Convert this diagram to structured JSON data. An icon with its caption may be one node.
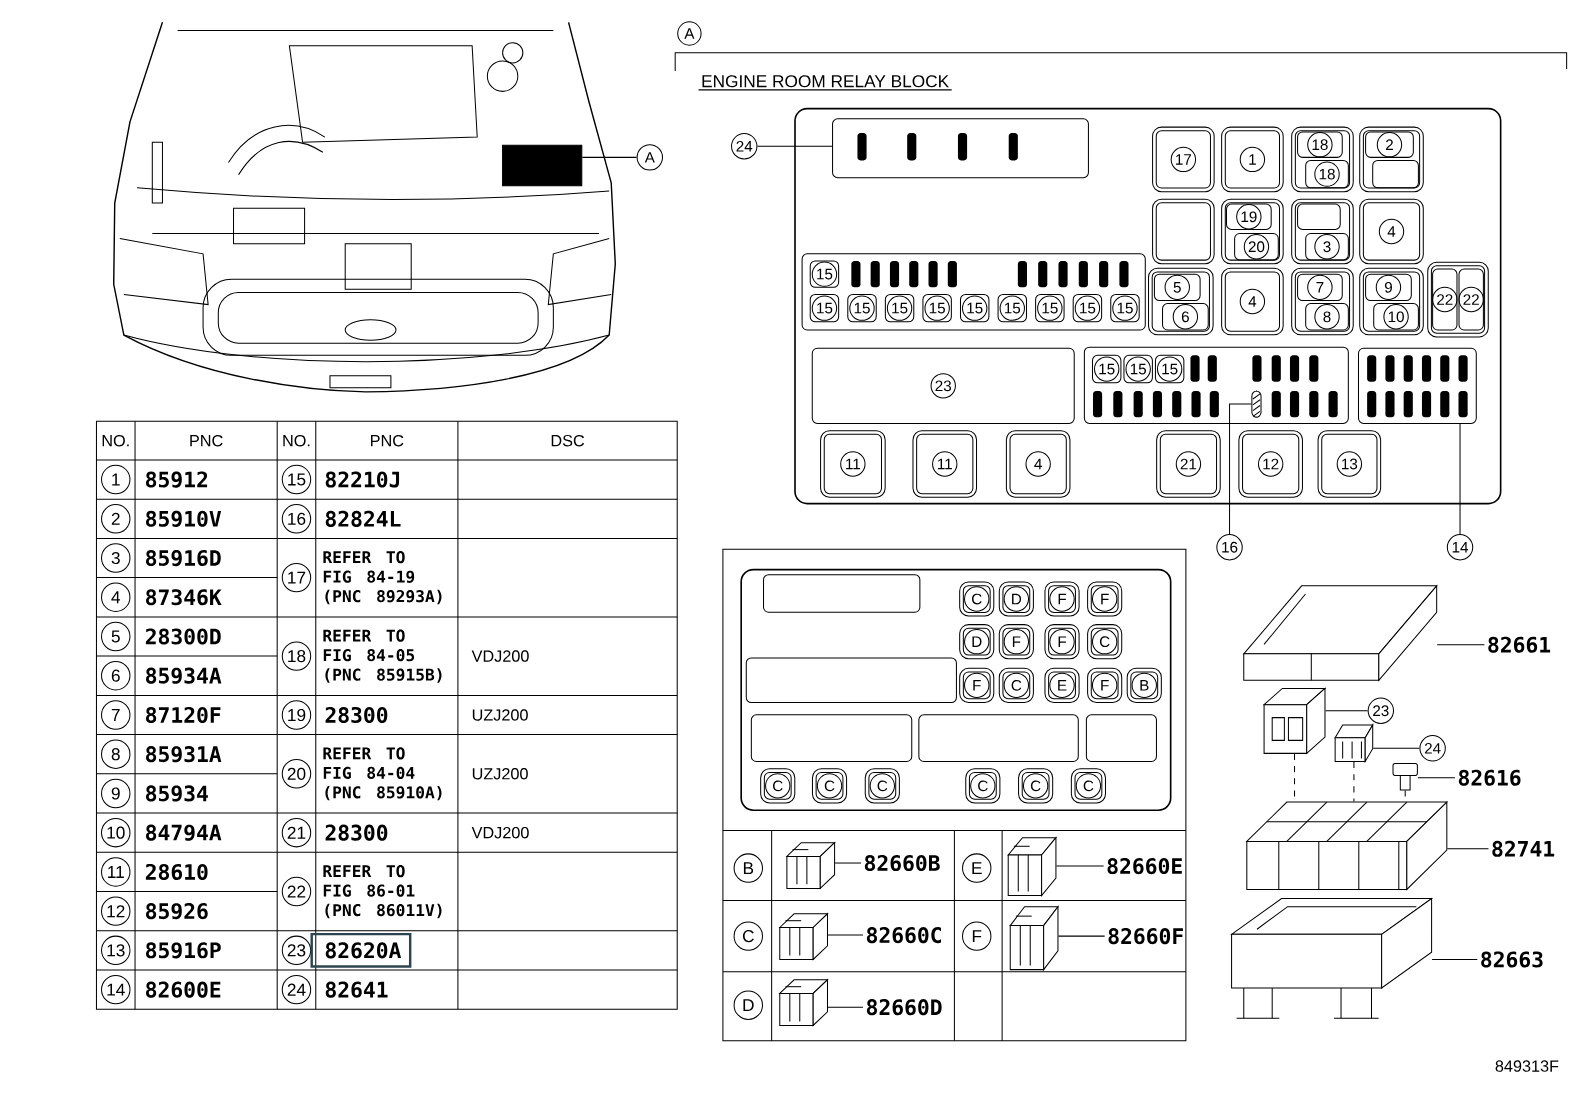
{
  "diagram": {
    "nodes": [
      {
        "text": [
          "A"
        ]
      },
      {
        "text": [],
        "shape": "box"
      },
      {
        "text": [],
        "shape": "box"
      },
      {
        "text": [
          "24"
        ]
      },
      {
        "text": [],
        "shape": "box",
        "in": 2
      },
      {
        "text": [
          "17"
        ],
        "in": 2
      },
      {
        "text": [
          "1"
        ],
        "in": 2
      },
      {
        "text": [],
        "shape": "box",
        "in": 2
      },
      {
        "text": [
          "18"
        ],
        "in": 7
      },
      {
        "text": [
          "18"
        ],
        "in": 7
      },
      {
        "text": [],
        "shape": "box",
        "in": 2
      },
      {
        "text": [
          "2"
        ],
        "in": 10
      },
      {
        "text": [],
        "shape": "box",
        "in": 10
      },
      {
        "text": [],
        "shape": "box",
        "in": 2
      },
      {
        "text": [],
        "shape": "box",
        "in": 2
      },
      {
        "text": [
          "19"
        ],
        "in": 14
      },
      {
        "text": [
          "20"
        ],
        "in": 14
      },
      {
        "text": [],
        "shape": "box",
        "in": 2
      },
      {
        "text": [],
        "shape": "box",
        "in": 17
      },
      {
        "text": [
          "3"
        ],
        "in": 17
      },
      {
        "text": [
          "4"
        ],
        "in": 2
      },
      {
        "text": [],
        "shape": "box",
        "in": 2
      },
      {
        "text": [
          "15"
        ],
        "in": 21
      },
      {
        "text": [
          "15"
        ],
        "in": 21
      },
      {
        "text": [
          "15"
        ],
        "in": 21
      },
      {
        "text": [
          "15"
        ],
        "in": 21
      },
      {
        "text": [
          "15"
        ],
        "in": 21
      },
      {
        "text": [
          "15"
        ],
        "in": 21
      },
      {
        "text": [
          "15"
        ],
        "in": 21
      },
      {
        "text": [
          "15"
        ],
        "in": 21
      },
      {
        "text": [
          "15"
        ],
        "in": 21
      },
      {
        "text": [
          "15"
        ],
        "in": 21
      },
      {
        "text": [],
        "shape": "box",
        "in": 2
      },
      {
        "text": [
          "5"
        ],
        "in": 32
      },
      {
        "text": [
          "6"
        ],
        "in": 32
      },
      {
        "text": [
          "4"
        ],
        "in": 2
      },
      {
        "text": [],
        "shape": "box",
        "in": 2
      },
      {
        "text": [
          "7"
        ],
        "in": 36
      },
      {
        "text": [
          "8"
        ],
        "in": 36
      },
      {
        "text": [],
        "shape": "box",
        "in": 2
      },
      {
        "text": [
          "9"
        ],
        "in": 39
      },
      {
        "text": [
          "10"
        ],
        "in": 39
      },
      {
        "text": [],
        "shape": "box",
        "in": 2
      },
      {
        "text": [
          "22"
        ],
        "in": 42
      },
      {
        "text": [
          "22"
        ],
        "in": 42
      },
      {
        "text": [
          "23"
        ],
        "in": 2
      },
      {
        "text": [],
        "shape": "box",
        "in": 2
      },
      {
        "text": [
          "15"
        ],
        "in": 46
      },
      {
        "text": [
          "15"
        ],
        "in": 46
      },
      {
        "text": [
          "15"
        ],
        "in": 46
      },
      {
        "text": [],
        "shape": "bar",
        "in": 46
      },
      {
        "text": [],
        "shape": "box",
        "in": 2
      },
      {
        "text": [
          "11"
        ],
        "in": 2
      },
      {
        "text": [
          "11"
        ],
        "in": 2
      },
      {
        "text": [
          "4"
        ],
        "in": 2
      },
      {
        "text": [
          "21"
        ],
        "in": 2
      },
      {
        "text": [
          "12"
        ],
        "in": 2
      },
      {
        "text": [
          "13"
        ],
        "in": 2
      },
      {
        "text": [
          "16"
        ]
      },
      {
        "text": [
          "14"
        ]
      },
      {
        "text": [],
        "shape": "box"
      },
      {
        "text": [
          "C"
        ],
        "in": 60
      },
      {
        "text": [
          "D"
        ],
        "in": 60
      },
      {
        "text": [
          "F"
        ],
        "in": 60
      },
      {
        "text": [
          "F"
        ],
        "in": 60
      },
      {
        "text": [
          "D"
        ],
        "in": 60
      },
      {
        "text": [
          "F"
        ],
        "in": 60
      },
      {
        "text": [
          "F"
        ],
        "in": 60
      },
      {
        "text": [
          "C"
        ],
        "in": 60
      },
      {
        "text": [
          "F"
        ],
        "in": 60
      },
      {
        "text": [
          "C"
        ],
        "in": 60
      },
      {
        "text": [
          "E"
        ],
        "in": 60
      },
      {
        "text": [
          "F"
        ],
        "in": 60
      },
      {
        "text": [
          "B"
        ],
        "in": 60
      },
      {
        "text": [
          "C"
        ],
        "in": 60
      },
      {
        "text": [
          "C"
        ],
        "in": 60
      },
      {
        "text": [
          "C"
        ],
        "in": 60
      },
      {
        "text": [
          "C"
        ],
        "in": 60
      },
      {
        "text": [
          "C"
        ],
        "in": 60
      },
      {
        "text": [
          "C"
        ],
        "in": 60
      },
      {
        "text": [],
        "shape": "picture"
      },
      {
        "text": [
          "82660B"
        ]
      },
      {
        "text": [],
        "shape": "picture"
      },
      {
        "text": [
          "82660E"
        ]
      },
      {
        "text": [],
        "shape": "picture"
      },
      {
        "text": [
          "82660C"
        ]
      },
      {
        "text": [],
        "shape": "picture"
      },
      {
        "text": [
          "82660F"
        ]
      },
      {
        "text": [],
        "shape": "picture"
      },
      {
        "text": [
          "82660D"
        ]
      },
      {
        "text": [],
        "shape": "picture"
      },
      {
        "text": [
          "82661"
        ]
      },
      {
        "text": [],
        "shape": "picture"
      },
      {
        "text": [
          "23"
        ]
      },
      {
        "text": [],
        "shape": "picture"
      },
      {
        "text": [
          "24"
        ]
      },
      {
        "text": [],
        "shape": "picture"
      },
      {
        "text": [
          "82616"
        ]
      },
      {
        "text": [],
        "shape": "picture"
      },
      {
        "text": [
          "82741"
        ]
      },
      {
        "text": [],
        "shape": "picture"
      },
      {
        "text": [
          "82663"
        ]
      },
      {
        "text": [
          "A"
        ]
      },
      {
        "text": [
          "1"
        ]
      },
      {
        "text": [
          "15"
        ]
      },
      {
        "text": [
          "2"
        ]
      },
      {
        "text": [
          "16"
        ]
      },
      {
        "text": [
          "3"
        ]
      },
      {
        "text": [
          "17"
        ]
      },
      {
        "text": [
          "4"
        ]
      },
      {
        "text": [
          "5"
        ]
      },
      {
        "text": [
          "18"
        ]
      },
      {
        "text": [
          "6"
        ]
      },
      {
        "text": [
          "7"
        ]
      },
      {
        "text": [
          "19"
        ]
      },
      {
        "text": [
          "8"
        ]
      },
      {
        "text": [
          "20"
        ]
      },
      {
        "text": [
          "9"
        ]
      },
      {
        "text": [
          "10"
        ]
      },
      {
        "text": [
          "21"
        ]
      },
      {
        "text": [
          "11"
        ]
      },
      {
        "text": [
          "22"
        ]
      },
      {
        "text": [
          "12"
        ]
      },
      {
        "text": [
          "13"
        ]
      },
      {
        "text": [
          "23"
        ]
      },
      {
        "text": [
          "14"
        ]
      },
      {
        "text": [
          "24"
        ]
      },
      {
        "text": [
          "B"
        ]
      },
      {
        "text": [
          "E"
        ]
      },
      {
        "text": [
          "C"
        ]
      },
      {
        "text": [
          "F"
        ]
      },
      {
        "text": [
          "D"
        ]
      },
      {
        "text": [],
        "shape": "box",
        "in": 60
      },
      {
        "text": [],
        "shape": "box",
        "in": 60
      },
      {
        "text": [],
        "shape": "box",
        "in": 60
      },
      {
        "text": [],
        "shape": "box",
        "in": 60
      },
      {
        "text": [],
        "shape": "box",
        "in": 60
      }
    ],
    "edges": [
      {
        "from": 0,
        "to": 1,
        "arrow": "none"
      },
      {
        "from": 3,
        "to": 4,
        "arrow": "none"
      },
      {
        "from": 58,
        "to": 50,
        "arrow": "none"
      },
      {
        "from": 59,
        "to": 51,
        "arrow": "none"
      },
      {
        "from": 81,
        "to": 80,
        "arrow": "none"
      },
      {
        "from": 83,
        "to": 82,
        "arrow": "none"
      },
      {
        "from": 85,
        "to": 84,
        "arrow": "none"
      },
      {
        "from": 87,
        "to": 86,
        "arrow": "none"
      },
      {
        "from": 89,
        "to": 88,
        "arrow": "none"
      },
      {
        "from": 91,
        "to": 90,
        "arrow": "none"
      },
      {
        "from": 93,
        "to": 92,
        "arrow": "none"
      },
      {
        "from": 95,
        "to": 94,
        "arrow": "none"
      },
      {
        "from": 97,
        "to": 96,
        "arrow": "none"
      },
      {
        "from": 99,
        "to": 98,
        "arrow": "none"
      },
      {
        "from": 101,
        "to": 100,
        "arrow": "none"
      },
      {
        "from": 92,
        "to": 98,
        "arrow": "none",
        "style": "dashed"
      },
      {
        "from": 94,
        "to": 98,
        "arrow": "none",
        "style": "dashed"
      },
      {
        "from": 96,
        "to": 98,
        "arrow": "none",
        "style": "dashed"
      }
    ],
    "labels": [
      "ENGINE ROOM RELAY BLOCK",
      "NO.",
      "PNC",
      "NO.",
      "PNC",
      "DSC",
      "85912",
      "82210J",
      "85910V",
      "82824L",
      "85916D",
      "REFER TO FIG 84-19 (PNC 89293A)",
      "87346K",
      "28300D",
      "REFER TO FIG 84-05 (PNC 85915B)",
      "VDJ200",
      "85934A",
      "87120F",
      "28300",
      "UZJ200",
      "85931A",
      "REFER TO FIG 84-04 (PNC 85910A)",
      "UZJ200",
      "85934",
      "84794A",
      "28300",
      "VDJ200",
      "28610",
      "REFER TO FIG 86-01 (PNC 86011V)",
      "85926",
      "85916P",
      "82620A",
      "82600E",
      "82641",
      "849313F"
    ]
  }
}
